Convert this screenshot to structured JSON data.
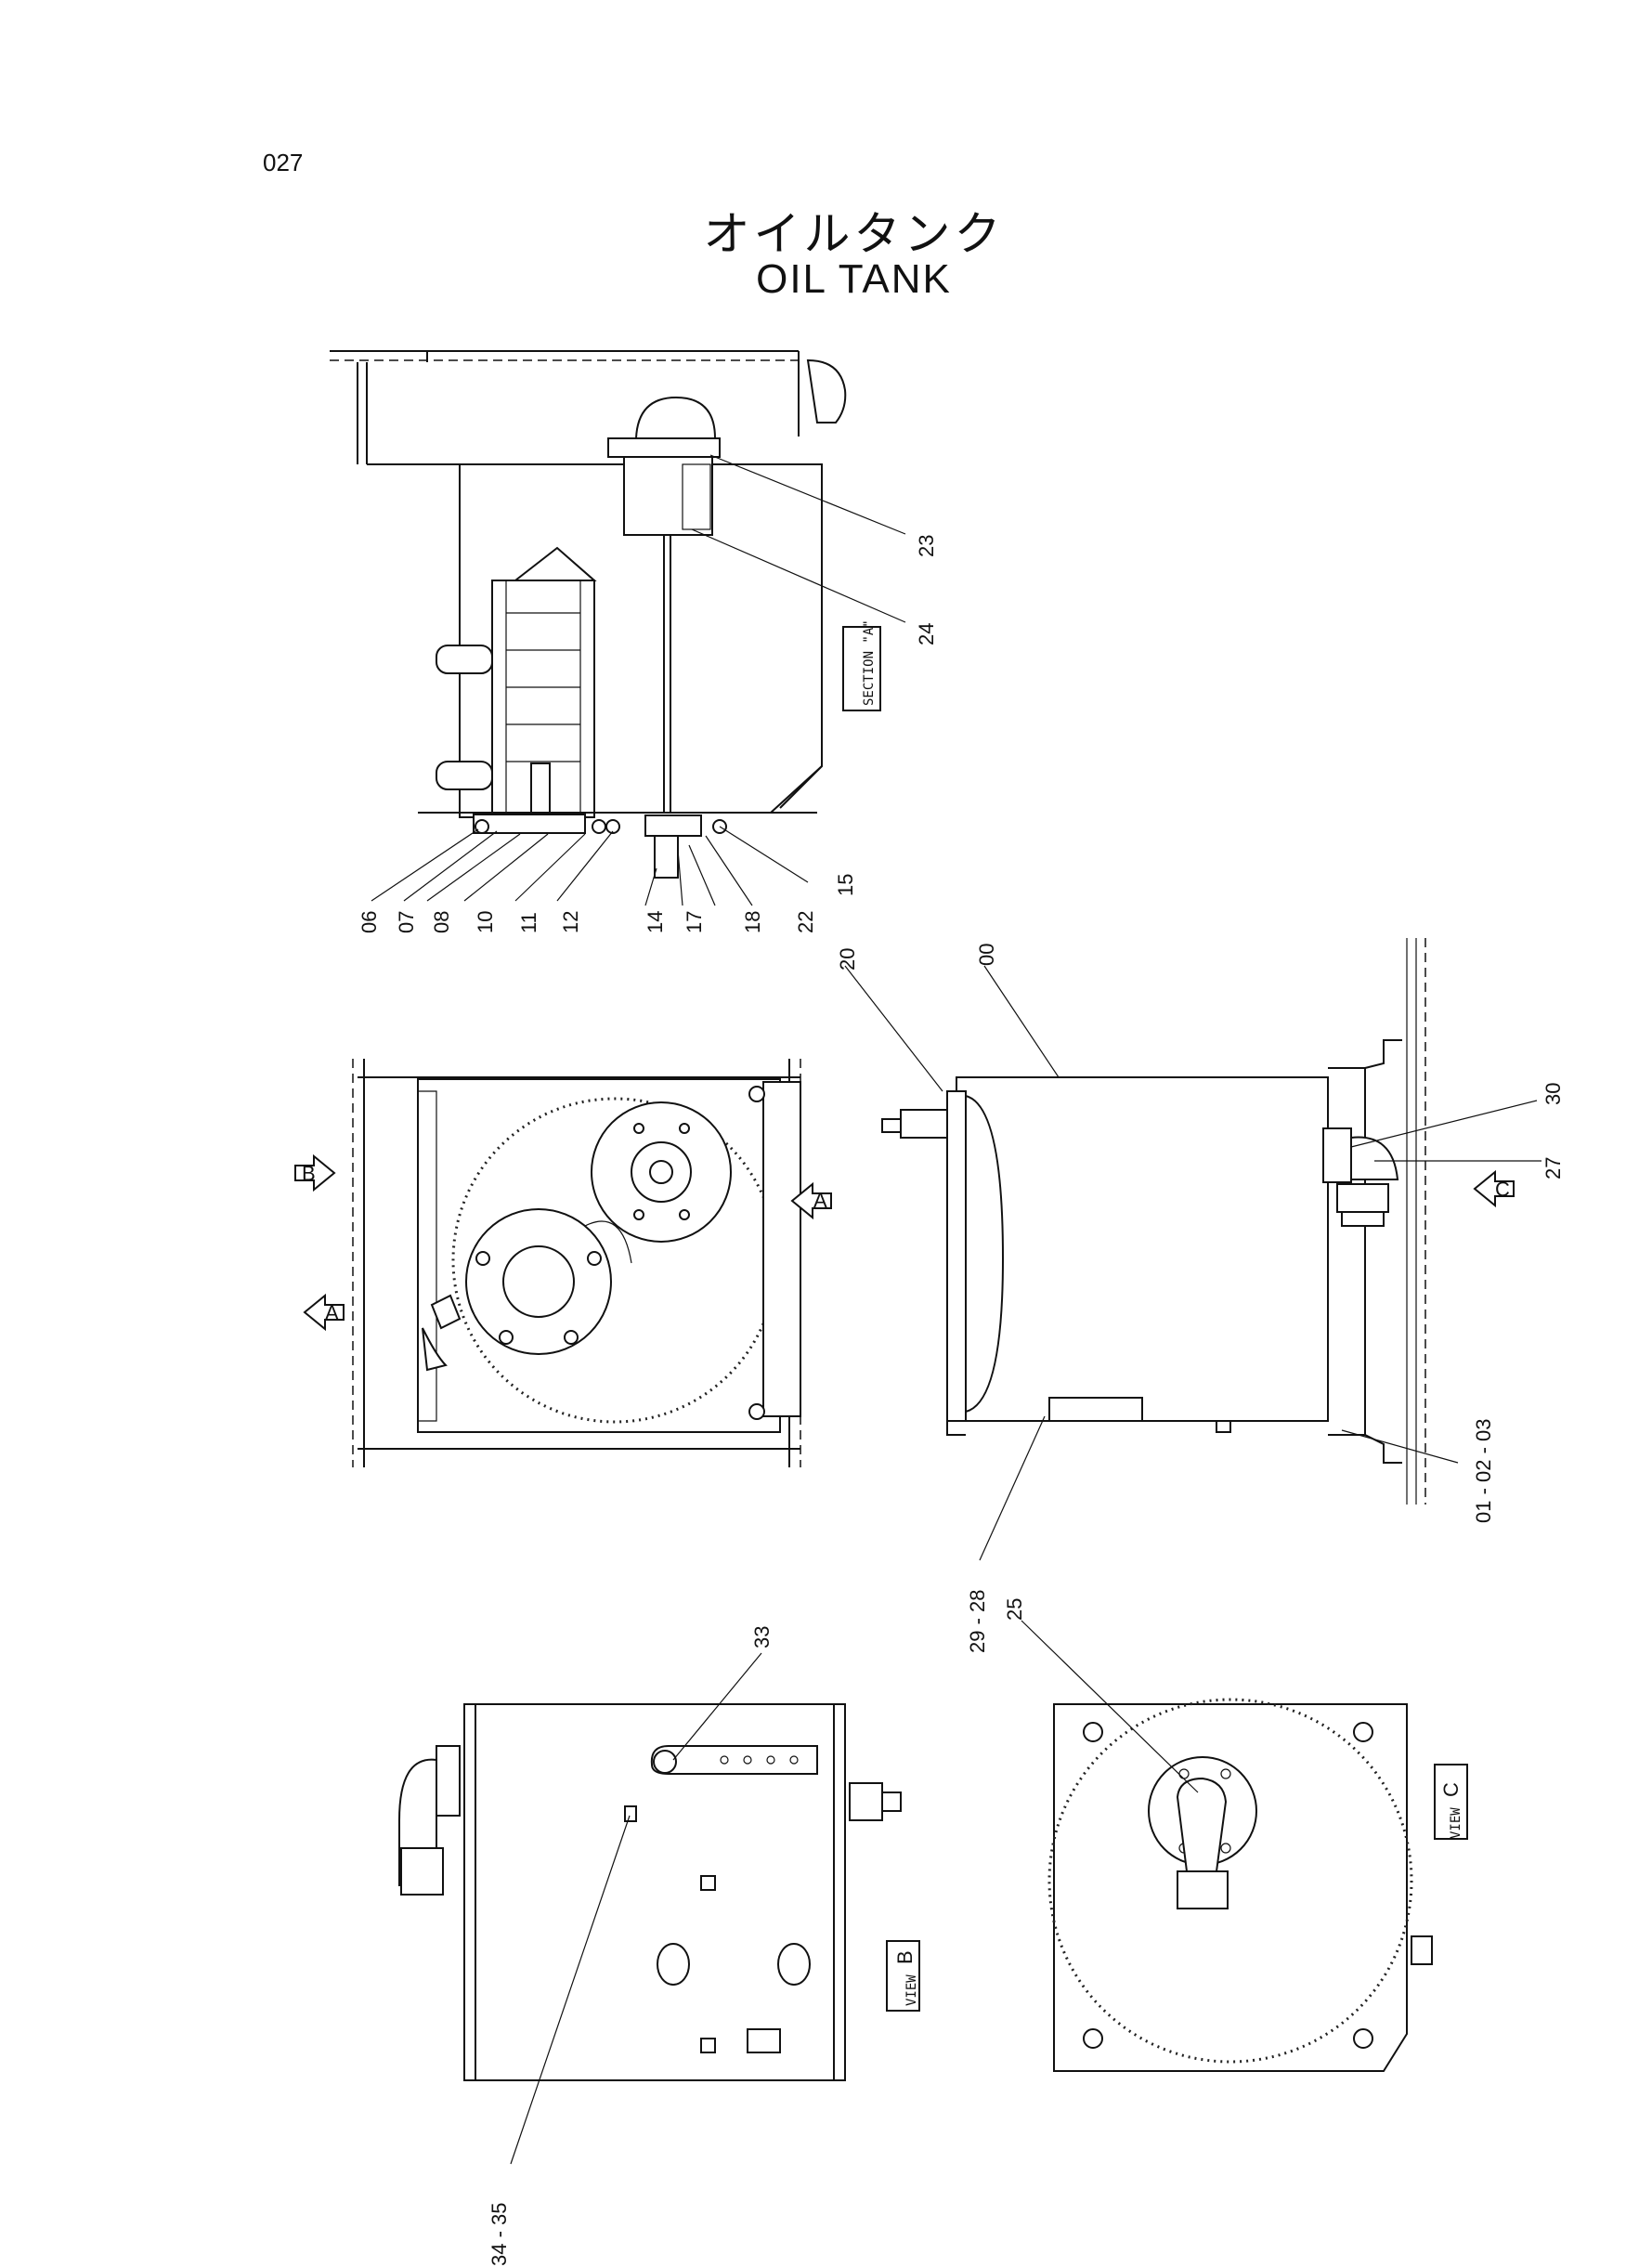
{
  "page_number": "027",
  "title_jp": "オイルタンク",
  "title_en": "OIL TANK",
  "view_tags": {
    "section_a": "SECTION \"A\"",
    "view_b_word": "VIEW",
    "view_b_letter": "B",
    "view_c_word": "VIEW",
    "view_c_letter": "C"
  },
  "arrow_letters": {
    "b": "B",
    "a_right": "A",
    "a_left": "A",
    "c": "C"
  },
  "callouts": {
    "c23": "23",
    "c24": "24",
    "c06": "06",
    "c07": "07",
    "c08": "08",
    "c10": "10",
    "c11": "11",
    "c12": "12",
    "c14": "14",
    "c17": "17",
    "c18": "18",
    "c22": "22",
    "c15": "15",
    "c20": "20",
    "c00": "00",
    "c30": "30",
    "c27": "27",
    "c01": "01 - 02 - 03",
    "c29": "29 - 28",
    "c33": "33",
    "c34": "34 - 35",
    "c25": "25"
  }
}
